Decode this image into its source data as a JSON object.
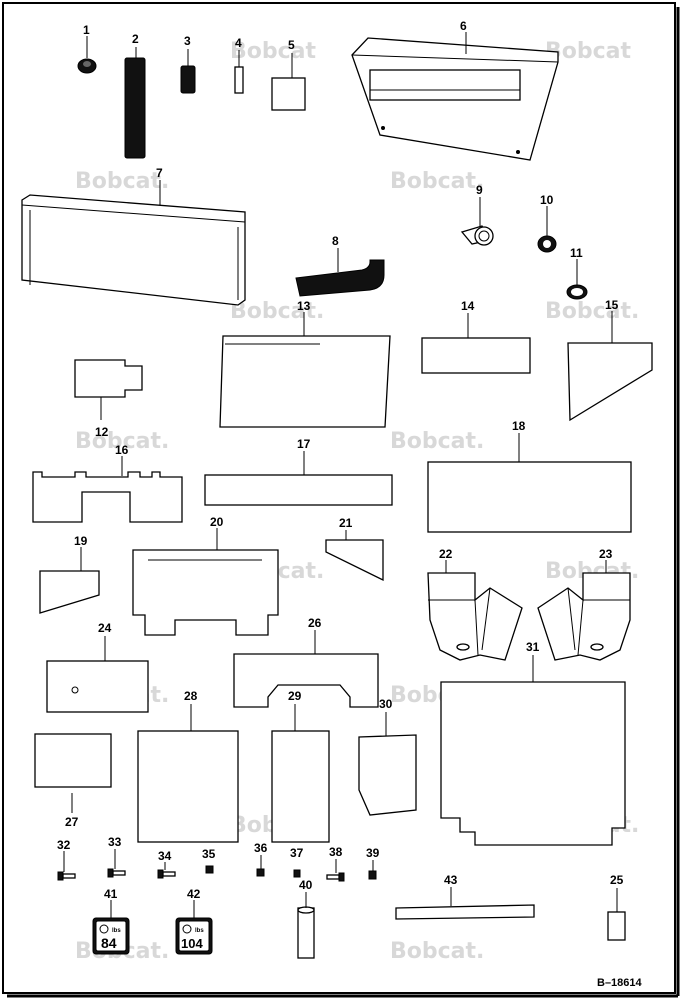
{
  "watermark": {
    "text": "Bobcat",
    "text_dot": "Bobcat."
  },
  "reference_code": "B–18614",
  "callouts": {
    "c1": "1",
    "c2": "2",
    "c3": "3",
    "c4": "4",
    "c5": "5",
    "c6": "6",
    "c7": "7",
    "c8": "8",
    "c9": "9",
    "c10": "10",
    "c11": "11",
    "c12": "12",
    "c13": "13",
    "c14": "14",
    "c15": "15",
    "c16": "16",
    "c17": "17",
    "c18": "18",
    "c19": "19",
    "c20": "20",
    "c21": "21",
    "c22": "22",
    "c23": "23",
    "c24": "24",
    "c25": "25",
    "c26": "26",
    "c27": "27",
    "c28": "28",
    "c29": "29",
    "c30": "30",
    "c31": "31",
    "c32": "32",
    "c33": "33",
    "c34": "34",
    "c35": "35",
    "c36": "36",
    "c37": "37",
    "c38": "38",
    "c39": "39",
    "c40": "40",
    "c41": "41",
    "c42": "42",
    "c43": "43"
  },
  "labels": {
    "decal_41_value": "84",
    "decal_42_value": "104",
    "decal_unit": "lbs"
  },
  "colors": {
    "line": "#000000",
    "background": "#ffffff",
    "watermark": "#d8d8d8"
  }
}
